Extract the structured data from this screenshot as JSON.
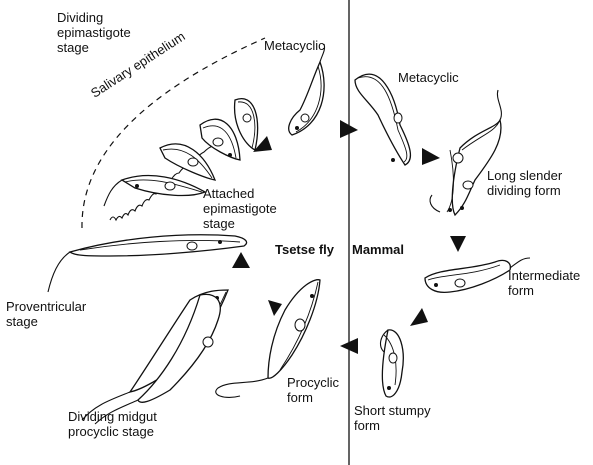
{
  "labels": {
    "dividing_epimastigote": "Dividing\nepimastigote\nstage",
    "salivary_epithelium": "Salivary epithelium",
    "metacyclic_fly": "Metacyclic",
    "metacyclic_mammal": "Metacyclic",
    "long_slender": "Long slender\ndividing form",
    "attached_epimastigote": "Attached\nepimastigote\nstage",
    "tsetse_fly": "Tsetse fly",
    "mammal": "Mammal",
    "intermediate": "Intermediate\nform",
    "proventricular": "Proventricular\nstage",
    "procyclic_form": "Procyclic\nform",
    "short_stumpy": "Short stumpy\nform",
    "dividing_midgut": "Dividing midgut\nprocyclic stage"
  }
}
